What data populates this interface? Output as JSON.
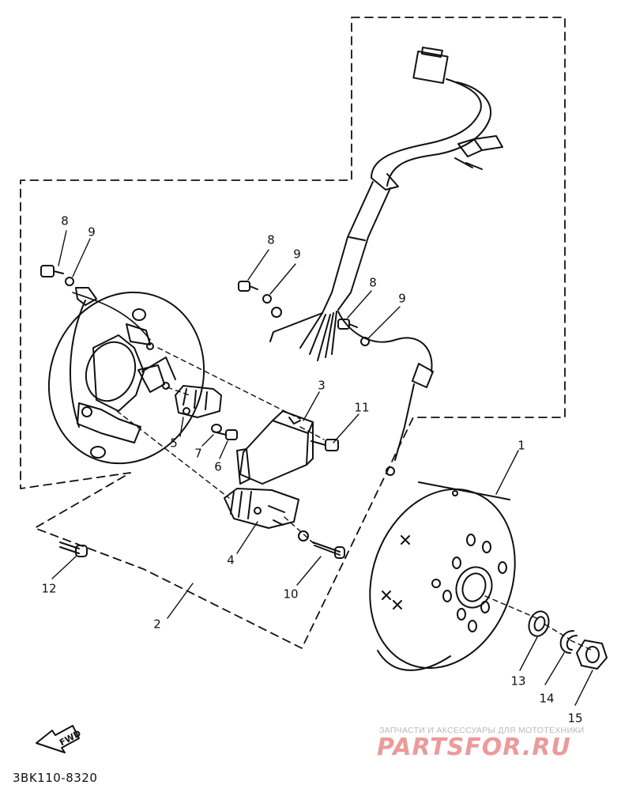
{
  "diagram": {
    "title": "",
    "callouts": [
      {
        "id": "c1",
        "text": "1"
      },
      {
        "id": "c2",
        "text": "2"
      },
      {
        "id": "c3",
        "text": "3"
      },
      {
        "id": "c4",
        "text": "4"
      },
      {
        "id": "c5",
        "text": "5"
      },
      {
        "id": "c6",
        "text": "6"
      },
      {
        "id": "c7",
        "text": "7"
      },
      {
        "id": "c8a",
        "text": "8"
      },
      {
        "id": "c9a",
        "text": "9"
      },
      {
        "id": "c8b",
        "text": "8"
      },
      {
        "id": "c9b",
        "text": "9"
      },
      {
        "id": "c8c",
        "text": "8"
      },
      {
        "id": "c9c",
        "text": "9"
      },
      {
        "id": "c10",
        "text": "10"
      },
      {
        "id": "c11",
        "text": "11"
      },
      {
        "id": "c12",
        "text": "12"
      },
      {
        "id": "c13",
        "text": "13"
      },
      {
        "id": "c14",
        "text": "14"
      },
      {
        "id": "c15",
        "text": "15"
      }
    ],
    "fwd_label": "FWD",
    "footer_code": "3BK110-8320"
  },
  "watermark": {
    "tagline": "ЗАПЧАСТИ И АКСЕССУАРЫ ДЛЯ МОТОТЕХНИКИ",
    "logo": "PARTSFOR.RU",
    "color": "#ec9a9a"
  },
  "colors": {
    "ink": "#111111",
    "paper": "#ffffff"
  }
}
